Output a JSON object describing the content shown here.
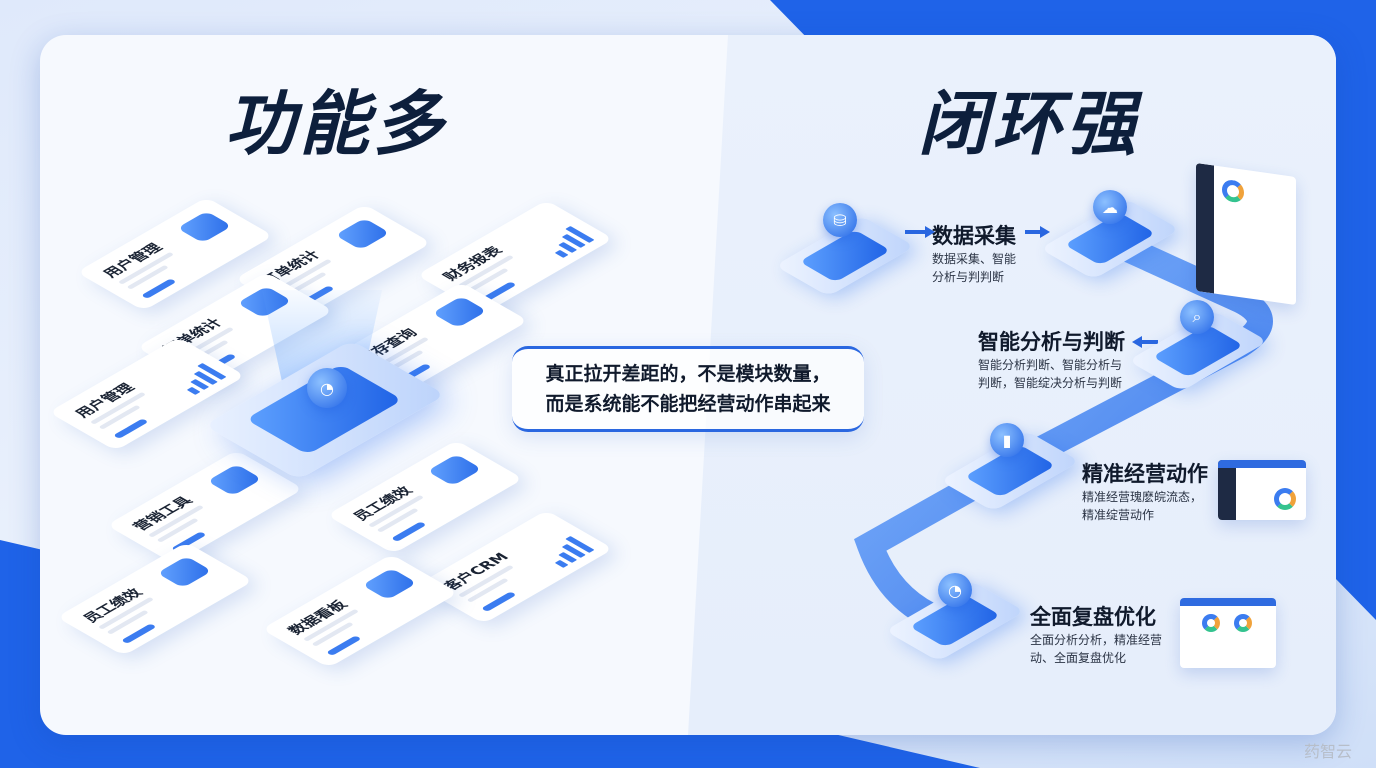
{
  "left": {
    "title": "功能多",
    "cards": [
      {
        "label": "用户管理"
      },
      {
        "label": "订单统计"
      },
      {
        "label": "财务报表"
      },
      {
        "label": "订单统计"
      },
      {
        "label": "库存查询"
      },
      {
        "label": "用户管理"
      },
      {
        "label": "营销工具"
      },
      {
        "label": "员工绩效"
      },
      {
        "label": "客户CRM"
      },
      {
        "label": "员工绩效"
      },
      {
        "label": "数据看板"
      }
    ]
  },
  "callout": {
    "line1": "真正拉开差距的，不是模块数量，",
    "line2": "而是系统能不能把经营动作串起来"
  },
  "right": {
    "title": "闭环强",
    "steps": [
      {
        "title": "数据采集",
        "desc1": "数据采集、智能",
        "desc2": "分析与判判断",
        "icon": "database-icon"
      },
      {
        "title": "智能分析与判断",
        "desc1": "智能分析判断、智能分析与",
        "desc2": "判断，智能绽决分析与判断",
        "icon": "magnifier-icon"
      },
      {
        "title": "精准经营动作",
        "desc1": "精准经营瑰麽皖流态，",
        "desc2": "精准绽营动作",
        "icon": "bar-chart-icon"
      },
      {
        "title": "全面复盘优化",
        "desc1": "全面分析分析，精准经营",
        "desc2": "动、全面复盘优化",
        "icon": "pie-chart-icon"
      }
    ]
  },
  "colors": {
    "accent": "#2a67e0",
    "dark": "#0d1f3c",
    "background": "#1f63e8"
  },
  "watermark": "药智云"
}
